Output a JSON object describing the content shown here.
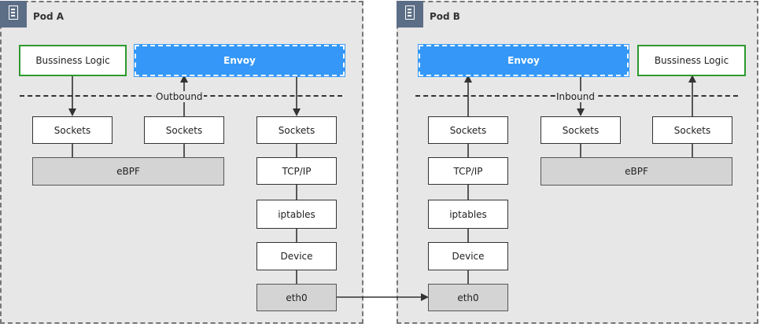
{
  "pod_a": {
    "title": "Pod A",
    "business_logic": "Bussiness Logic",
    "envoy": "Envoy",
    "outbound_label": "Outbound",
    "sockets_1": "Sockets",
    "sockets_2": "Sockets",
    "sockets_3": "Sockets",
    "ebpf": "eBPF",
    "tcpip": "TCP/IP",
    "iptables": "iptables",
    "device": "Device",
    "eth0": "eth0",
    "icon": "server-document-icon"
  },
  "pod_b": {
    "title": "Pod B",
    "envoy": "Envoy",
    "business_logic": "Bussiness Logic",
    "inbound_label": "Inbound",
    "sockets_1": "Sockets",
    "sockets_2": "Sockets",
    "sockets_3": "Sockets",
    "ebpf": "eBPF",
    "tcpip": "TCP/IP",
    "iptables": "iptables",
    "device": "Device",
    "eth0": "eth0",
    "icon": "server-document-icon"
  },
  "colors": {
    "pod_background": "#e7e7e7",
    "envoy_blue": "#3598f8",
    "business_logic_green": "#2e9a2e",
    "gray_box": "#d4d4d4",
    "icon_slate": "#5c6e86"
  }
}
